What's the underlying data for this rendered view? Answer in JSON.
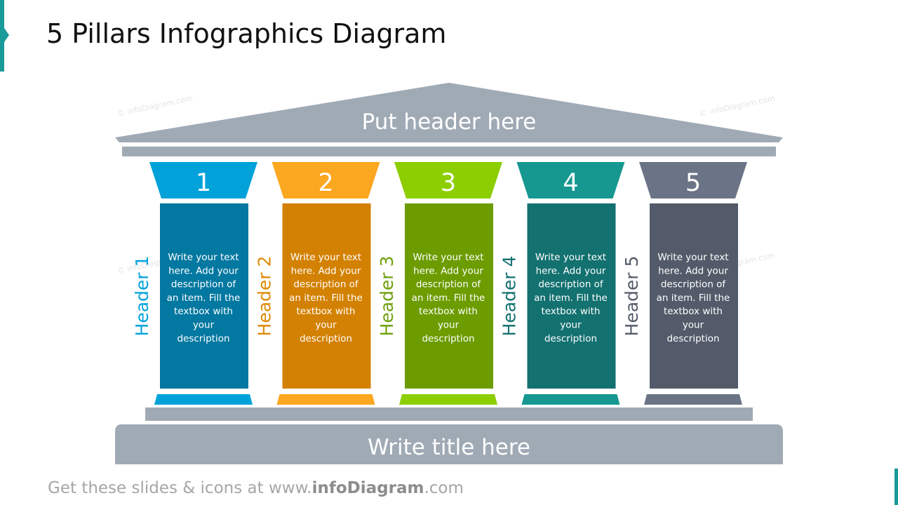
{
  "title": "5 Pillars Infographics Diagram",
  "roof": {
    "label": "Put header here",
    "color": "#a0aab5"
  },
  "base": {
    "label": "Write title here",
    "color": "#a0aab5"
  },
  "watermark_text": "© infoDiagram.com",
  "pillars": [
    {
      "number": "1",
      "header": "Header 1",
      "lines": [
        "Write your text",
        "here. Add your",
        "description of",
        "an item. Fill the",
        "textbox with",
        "your",
        "description"
      ],
      "capital_color": "#00a2d9",
      "shaft_color": "#0378a1",
      "header_color": "#00a2d9"
    },
    {
      "number": "2",
      "header": "Header 2",
      "lines": [
        "Write your text",
        "here. Add your",
        "description of",
        "an item. Fill the",
        "textbox with",
        "your",
        "description"
      ],
      "capital_color": "#fba720",
      "shaft_color": "#d38102",
      "header_color": "#de8a05"
    },
    {
      "number": "3",
      "header": "Header 3",
      "lines": [
        "Write your text",
        "here. Add your",
        "description of",
        "an item. Fill the",
        "textbox with",
        "your",
        "description"
      ],
      "capital_color": "#8cce00",
      "shaft_color": "#6c9c00",
      "header_color": "#6f9f0a"
    },
    {
      "number": "4",
      "header": "Header 4",
      "lines": [
        "Write your text",
        "here. Add your",
        "description of",
        "an item. Fill the",
        "textbox with",
        "your",
        "description"
      ],
      "capital_color": "#169891",
      "shaft_color": "#137170",
      "header_color": "#137170"
    },
    {
      "number": "5",
      "header": "Header 5",
      "lines": [
        "Write your text",
        "here. Add your",
        "description of",
        "an item. Fill the",
        "textbox with",
        "your",
        "description"
      ],
      "capital_color": "#6b7486",
      "shaft_color": "#535b6a",
      "header_color": "#535b6a"
    }
  ],
  "footer": {
    "prefix": "Get these slides & icons at www.",
    "brand": "infoDiagram",
    "suffix": ".com"
  }
}
